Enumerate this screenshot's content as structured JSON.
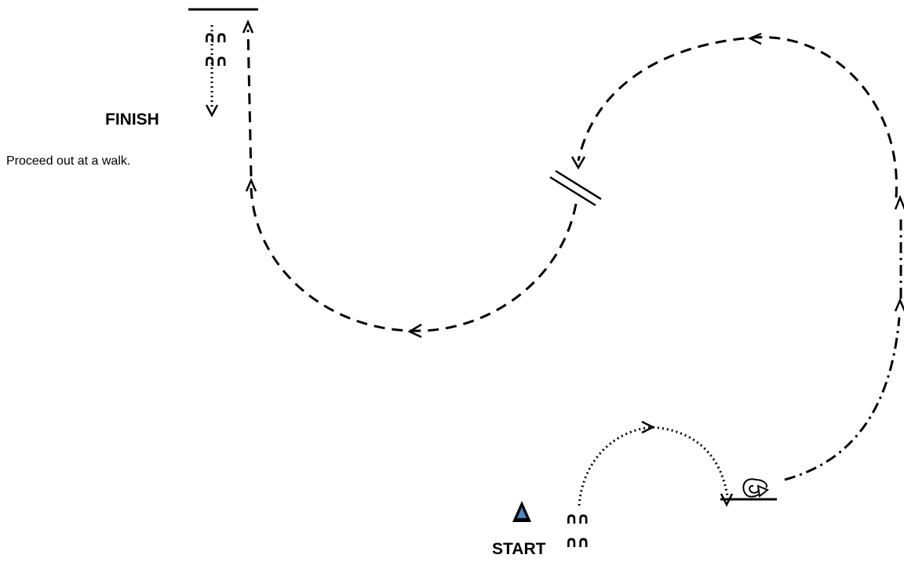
{
  "labels": {
    "finish": "FINISH",
    "start": "START",
    "instruction": "Proceed out at a walk."
  },
  "icons": {
    "start_marker": "blue-triangle-cone",
    "halt_mark": "double-bar-halt",
    "turn_mark": "curved-u-turn-arrow",
    "poles": "trot-poles-glyph"
  },
  "glyphs": {
    "poles": "∩∩"
  },
  "colors": {
    "line": "#000000",
    "start_marker_fill": "#4a86c5",
    "background": "#ffffff"
  }
}
